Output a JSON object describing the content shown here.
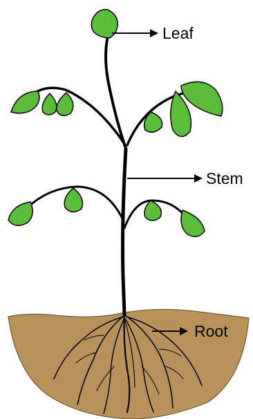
{
  "labels": {
    "leaf": "Leaf",
    "stem": "Stem",
    "root": "Root"
  },
  "colors": {
    "leaf_fill": "#5bbd3a",
    "outline": "#000000",
    "soil": "#b9925b",
    "background": "#ffffff"
  }
}
